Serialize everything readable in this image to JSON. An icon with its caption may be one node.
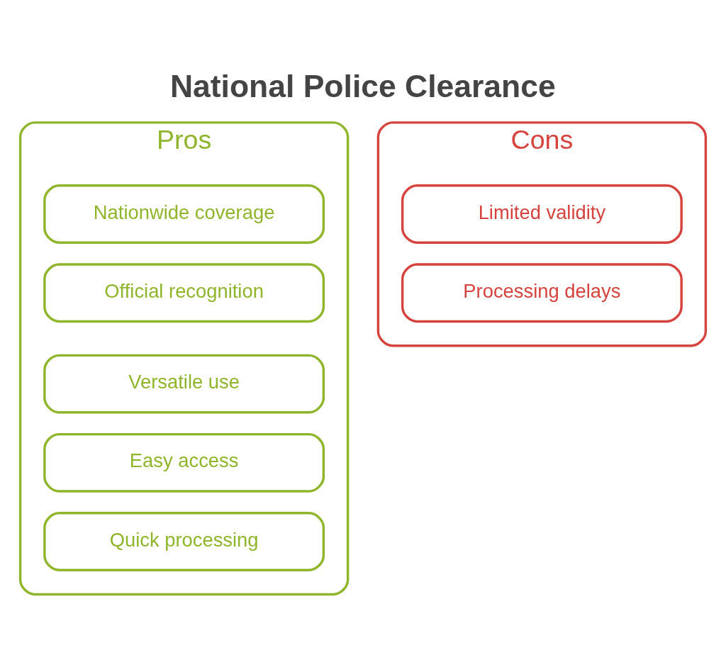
{
  "diagram": {
    "title": "National Police Clearance",
    "nodes": [
      {
        "text": [
          "Pros"
        ]
      },
      {
        "text": [
          "Nationwide coverage"
        ],
        "in": 0
      },
      {
        "text": [
          "Official recognition"
        ],
        "in": 0
      },
      {
        "text": [
          "Versatile use"
        ],
        "in": 0
      },
      {
        "text": [
          "Easy access"
        ],
        "in": 0
      },
      {
        "text": [
          "Quick processing"
        ],
        "in": 0
      },
      {
        "text": [
          "Cons"
        ]
      },
      {
        "text": [
          "Limited validity"
        ],
        "in": 6
      },
      {
        "text": [
          "Processing delays"
        ],
        "in": 6
      }
    ],
    "edges": []
  }
}
